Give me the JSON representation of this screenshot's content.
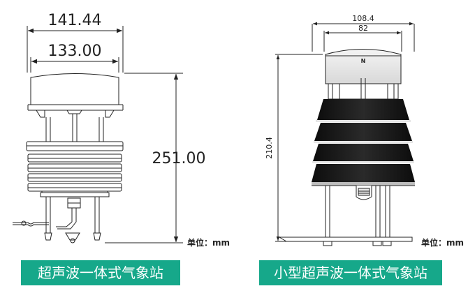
{
  "left_drawing": {
    "dim_outer_width": "141.44",
    "dim_inner_width": "133.00",
    "dim_height": "251.00",
    "unit_label": "单位：mm",
    "caption": "超声波一体式气象站"
  },
  "right_drawing": {
    "dim_outer_width": "108.4",
    "dim_inner_width": "82",
    "dim_height": "210.4",
    "north_mark": "N",
    "unit_label": "单位：mm",
    "caption": "小型超声波一体式气象站"
  },
  "colors": {
    "caption_bg": "#16a88a",
    "caption_text": "#ffffff",
    "line": "#222222"
  }
}
